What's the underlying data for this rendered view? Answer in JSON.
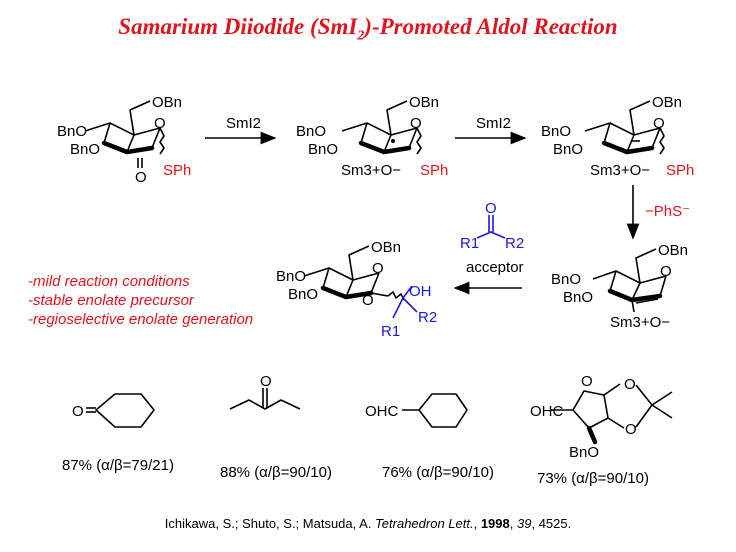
{
  "title": {
    "main": "Samarium Diiodide (SmI",
    "sub": "2",
    "tail": ")-Promoted Aldol Reaction"
  },
  "reagents": {
    "step1": "SmI2",
    "step2": "SmI2",
    "step3": "−PhS⁻",
    "acceptor_label": "acceptor"
  },
  "atoms": {
    "OBn": "OBn",
    "BnO": "BnO",
    "O": "O",
    "SPh": "SPh",
    "Sm_anion": "Sm3+O−",
    "OH": "OH",
    "R1": "R1",
    "R2": "R2",
    "OHC": "OHC"
  },
  "notes": [
    "-mild reaction conditions",
    "-stable enolate precursor",
    "-regioselective enolate generation"
  ],
  "yields": [
    "87% (α/β=79/21)",
    "88% (α/β=90/10)",
    "76% (α/β=90/10)",
    "73% (α/β=90/10)"
  ],
  "citation": {
    "authors": "Ichikawa, S.; Shuto, S.; Matsuda, A. ",
    "journal": "Tetrahedron Lett.",
    "year": "1998",
    "volume": "39",
    "pages": "4525."
  },
  "colors": {
    "title": "#e0141e",
    "highlight": "#e0141e",
    "acceptor": "#1a1ad8"
  }
}
